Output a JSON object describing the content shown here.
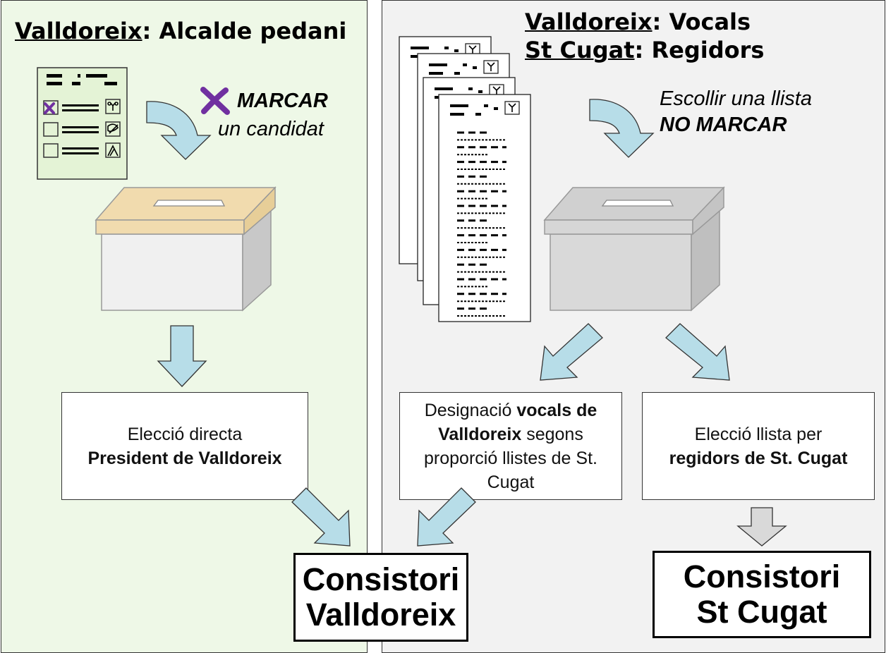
{
  "left": {
    "heading_place": "Valldoreix",
    "heading_rest": ": Alcalde pedani",
    "instruction_line1": "MARCAR",
    "instruction_line2": "un candidat",
    "process_line1": "Elecció directa",
    "process_line2": "President de Valldoreix",
    "accent_color": "#EEF8E7",
    "ballot_color": "#E4F3D6",
    "box_lid_color": "#F1DBAE"
  },
  "right": {
    "heading1_place": "Valldoreix",
    "heading1_rest": ": Vocals",
    "heading2_place": "St Cugat",
    "heading2_rest": ": Regidors",
    "instruction_line1": "Escollir una llista",
    "instruction_line2": "NO MARCAR",
    "vocals_line1_a": "Designació ",
    "vocals_line1_b": "vocals de",
    "vocals_line2_a": "Valldoreix",
    "vocals_line2_b": " segons",
    "vocals_line3": "proporció llistes de St.",
    "vocals_line4": "Cugat",
    "regidors_line1": "Elecció llista per",
    "regidors_line2": "regidors de St. Cugat",
    "background_color": "#F2F2F2"
  },
  "outputs": {
    "valldoreix_line1": "Consistori",
    "valldoreix_line2": "Valldoreix",
    "stcugat_line1": "Consistori",
    "stcugat_line2": "St Cugat"
  },
  "icons": {
    "mark": "purple-x-mark-icon",
    "arrow": "light-blue-arrow-icon",
    "ballot": "ballot-paper-icon",
    "ballot_box": "ballot-box-icon"
  },
  "colors": {
    "arrow_fill": "#B7DDE8",
    "mark_purple": "#7030A0",
    "grey_arrow": "#D9D9D9"
  }
}
